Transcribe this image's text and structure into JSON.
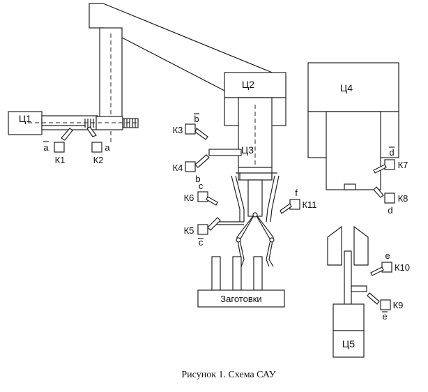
{
  "cylinders": {
    "c1": "Ц1",
    "c2": "Ц2",
    "c3": "Ц3",
    "c4": "Ц4",
    "c5": "Ц5"
  },
  "sensors": {
    "k1": "К1",
    "k2": "К2",
    "k3": "К3",
    "k4": "К4",
    "k5": "К5",
    "k6": "К6",
    "k7": "К7",
    "k8": "К8",
    "k9": "К9",
    "k10": "К10",
    "k11": "К11"
  },
  "signals": {
    "a_bar": "a",
    "a": "a",
    "b_bar": "b",
    "b": "b",
    "c": "c",
    "c_bar": "c",
    "d_bar": "d",
    "d": "d",
    "e": "e",
    "e_bar": "e",
    "f": "f"
  },
  "workpieces_label": "Заготовки",
  "caption": "Рисунок 1. Схема САУ"
}
